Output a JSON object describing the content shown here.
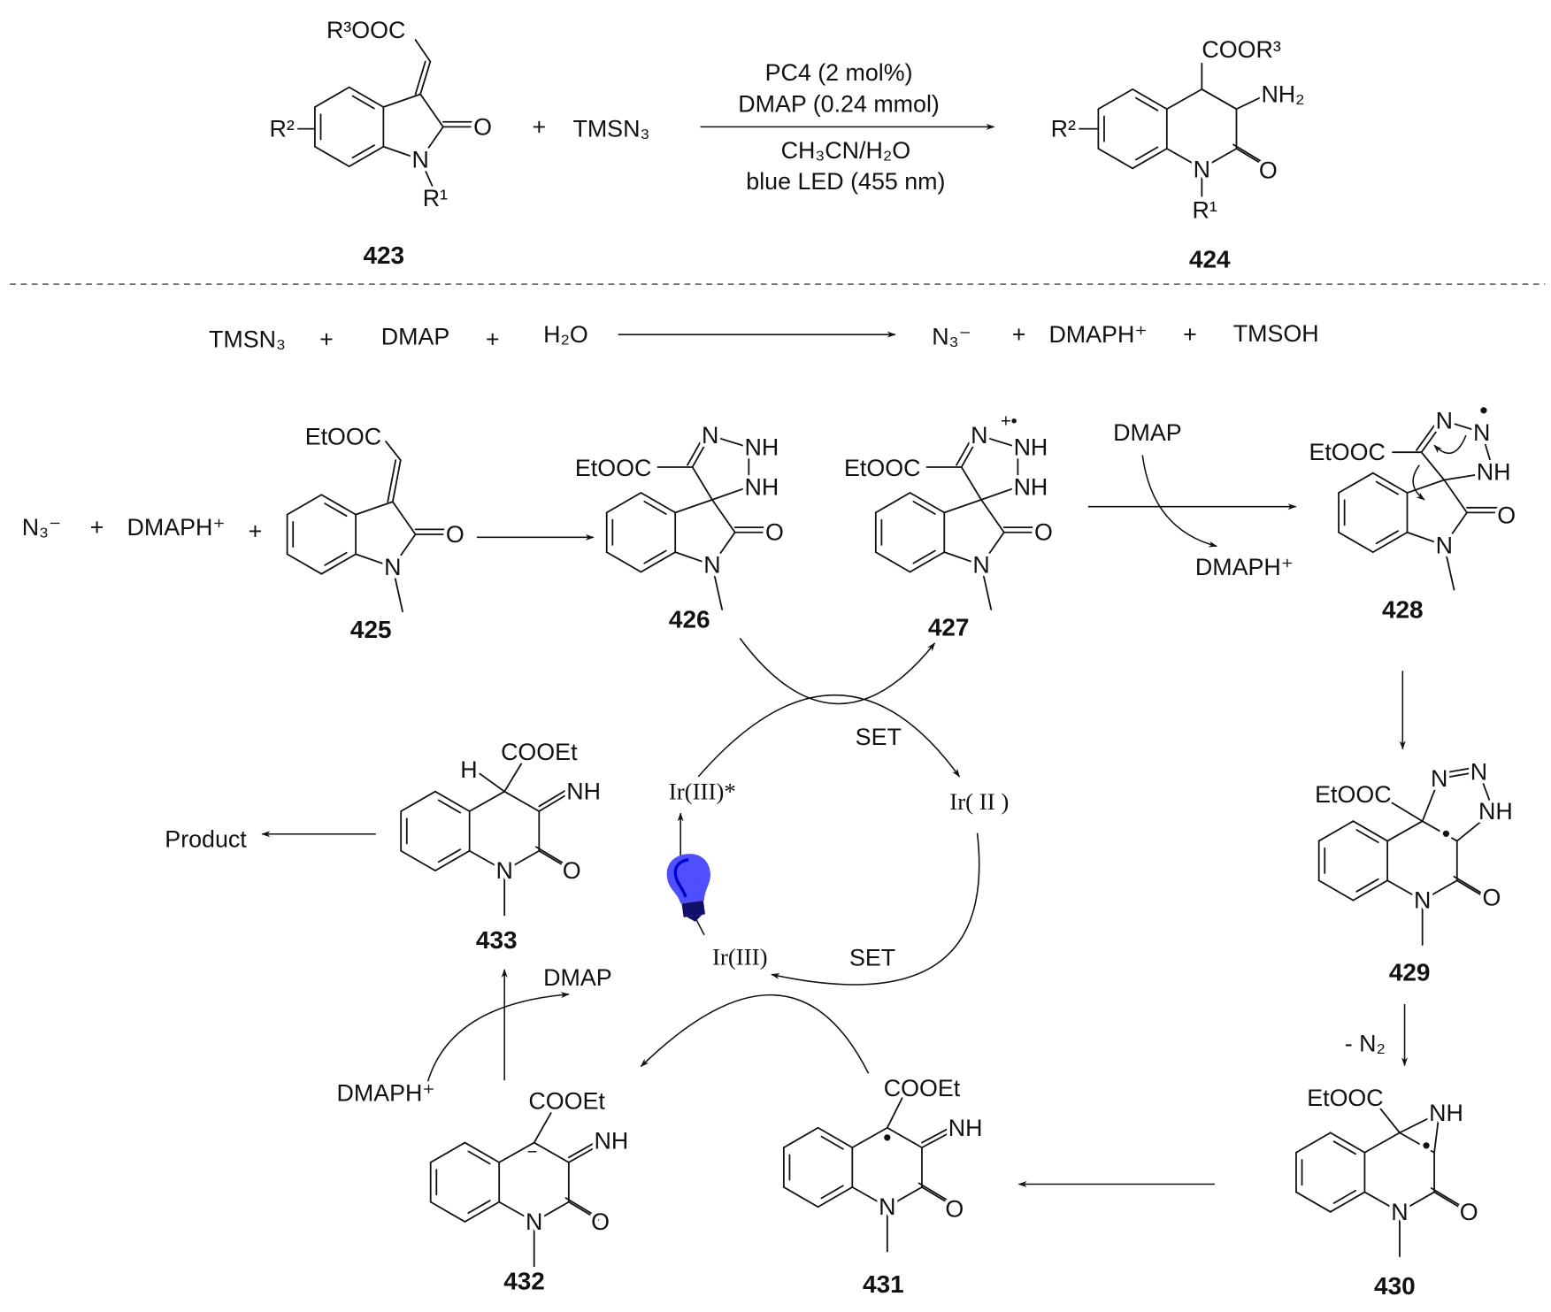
{
  "atoms": {
    "N": "N",
    "O": "O",
    "NH": "NH",
    "H": "H",
    "radical_dot": "•",
    "minus": "−",
    "radical_cation": "+•"
  },
  "substituents": {
    "r1": "R¹",
    "r2": "R²",
    "r3_ester": "R³OOC",
    "product_ester": "COOR³",
    "amine": "NH₂",
    "etooc": "EtOOC",
    "cooet": "COOEt"
  },
  "top_reaction": {
    "plus": "+",
    "reagent": "TMSN₃",
    "conditions_above": [
      "PC4 (2 mol%)",
      "DMAP (0.24 mmol)"
    ],
    "conditions_below": [
      "CH₃CN/H₂O",
      "blue LED (455 nm)"
    ],
    "reactant_label": "423",
    "product_label": "424"
  },
  "activation": {
    "reactants": [
      "TMSN₃",
      "DMAP",
      "H₂O"
    ],
    "products": [
      "N₃⁻",
      "DMAPH⁺",
      "TMSOH"
    ],
    "plus": "+"
  },
  "mechanism": {
    "start_species": [
      "N₃⁻",
      "DMAPH⁺"
    ],
    "plus": "+",
    "labels": {
      "c425": "425",
      "c426": "426",
      "c427": "427",
      "c428": "428",
      "c429": "429",
      "c430": "430",
      "c431": "431",
      "c432": "432",
      "c433": "433"
    },
    "dmap": "DMAP",
    "dmaph": "DMAPH⁺",
    "minus_n2": "- N₂",
    "product": "Product"
  },
  "photocycle": {
    "ir_excited": "Ir(III)*",
    "ir_reduced": "Ir( II )",
    "ir_ground": "Ir(III)",
    "set_top": "SET",
    "set_bottom": "SET",
    "bulb_color": "#4f4fff"
  }
}
